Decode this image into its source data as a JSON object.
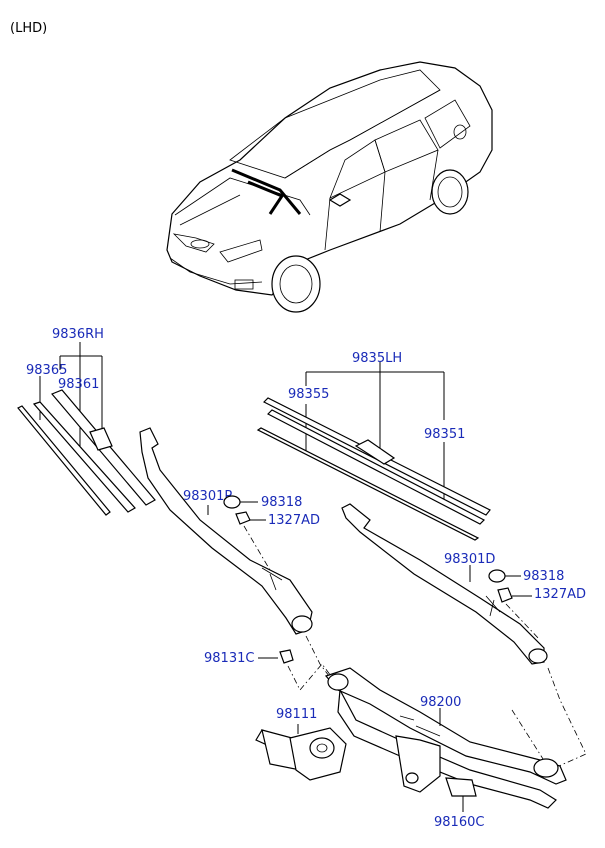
{
  "header": {
    "variant": "(LHD)"
  },
  "labels": {
    "rh_blade_assy": "9836RH",
    "rh_refill": "98365",
    "rh_blade": "98361",
    "lh_blade_assy": "9835LH",
    "lh_refill": "98355",
    "lh_blade": "98351",
    "rh_arm": "98301P",
    "rh_cap": "98318",
    "rh_nut": "1327AD",
    "lh_arm": "98301D",
    "lh_cap": "98318",
    "lh_nut": "1327AD",
    "pivot_nut": "98131C",
    "motor": "98111",
    "linkage": "98200",
    "bracket": "98160C"
  },
  "colors": {
    "callout": "#1a2bb8",
    "line": "#000000"
  }
}
